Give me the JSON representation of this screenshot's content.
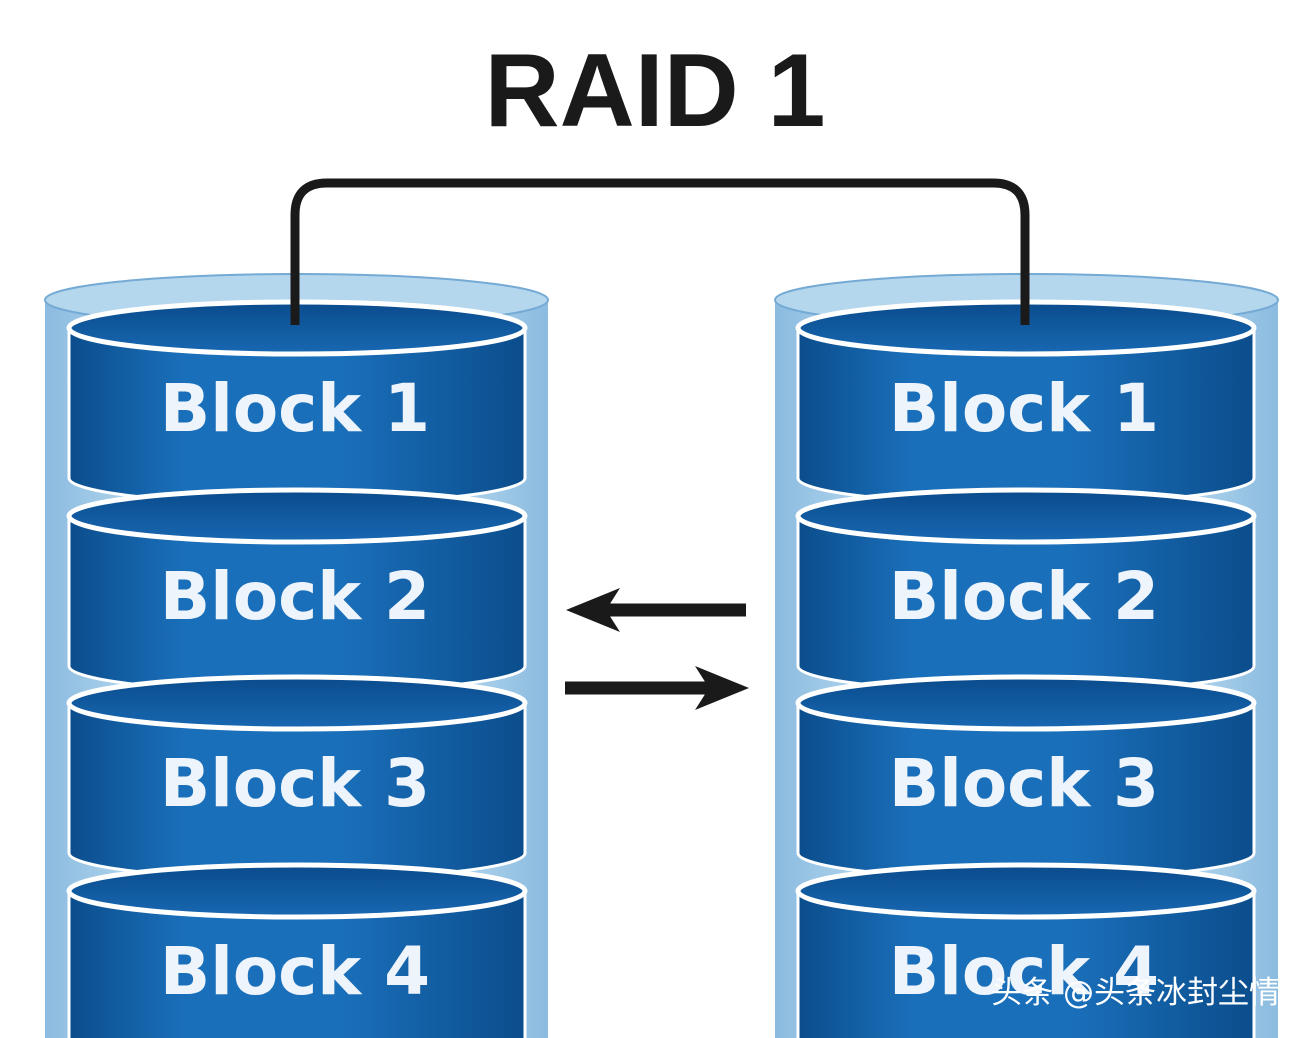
{
  "diagram": {
    "title": "RAID 1",
    "disks": [
      {
        "blocks": [
          "Block 1",
          "Block 2",
          "Block 3",
          "Block 4"
        ]
      },
      {
        "blocks": [
          "Block 1",
          "Block 2",
          "Block 3",
          "Block 4"
        ]
      }
    ],
    "colors": {
      "outer_cylinder": "#9cc6e3",
      "outer_cylinder_edge": "#74aad3",
      "disc_body": "#1565ae",
      "disc_body_dark": "#0b4d8c",
      "disc_top": "#0d57a0",
      "disc_rim": "#ffffff",
      "connector": "#1a1a1a",
      "text_light": "#eef4fb"
    },
    "watermark": "头条 @头条冰封尘情"
  }
}
